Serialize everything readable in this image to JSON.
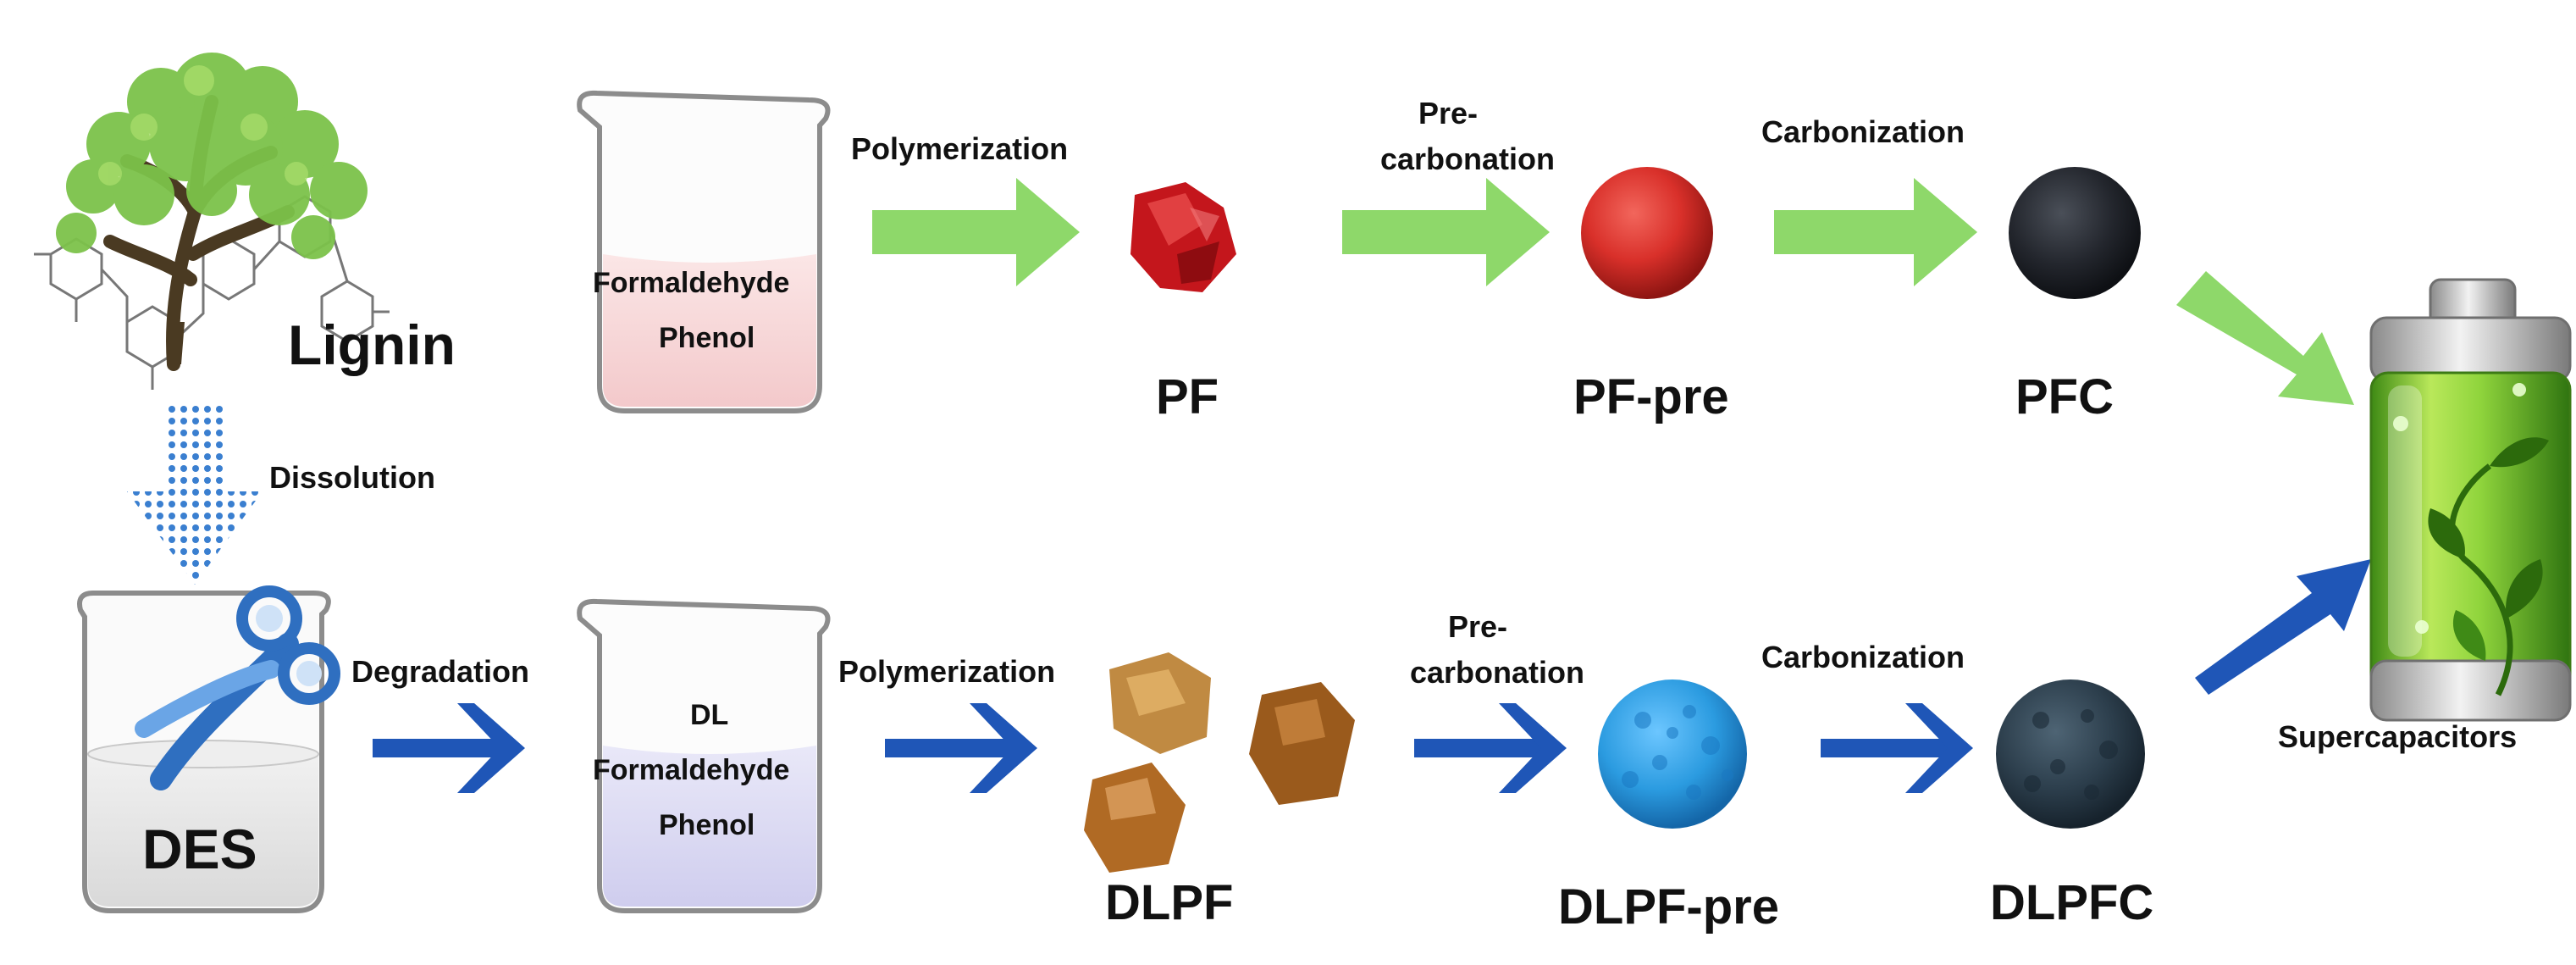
{
  "colors": {
    "green_arrow": "#8ed86a",
    "blue_arrow": "#1f56b7",
    "pf_red": "#c4161c",
    "pf_pre_red": "#d9302a",
    "pfc_dark": "#23262d",
    "dlpf_amber": "#9a5a1c",
    "dlpf_pre_blue": "#2b9be0",
    "dlpfc_dark": "#2c3e4c",
    "tree_green": "#7cc24a",
    "battery_green": "#7fc238"
  },
  "start": {
    "lignin": "Lignin",
    "dissolution": "Dissolution",
    "des": "DES",
    "degradation": "Degradation"
  },
  "beaker_top": {
    "line1": "Formaldehyde",
    "line2": "Phenol"
  },
  "beaker_bottom": {
    "line1": "DL",
    "line2": "Formaldehyde",
    "line3": "Phenol"
  },
  "top_row": {
    "polymerization": "Polymerization",
    "pre1": "Pre-",
    "pre2": "carbonation",
    "carbonization": "Carbonization",
    "pf": "PF",
    "pf_pre": "PF-pre",
    "pfc": "PFC"
  },
  "bottom_row": {
    "polymerization": "Polymerization",
    "pre1": "Pre-",
    "pre2": "carbonation",
    "carbonization": "Carbonization",
    "dlpf": "DLPF",
    "dlpf_pre": "DLPF-pre",
    "dlpfc": "DLPFC"
  },
  "end": {
    "supercapacitors": "Supercapacitors"
  },
  "icons": [
    "tree-icon",
    "lignin-molecule-icon",
    "beaker-icon",
    "scissors-icon",
    "battery-icon",
    "leaf-vine-icon"
  ]
}
